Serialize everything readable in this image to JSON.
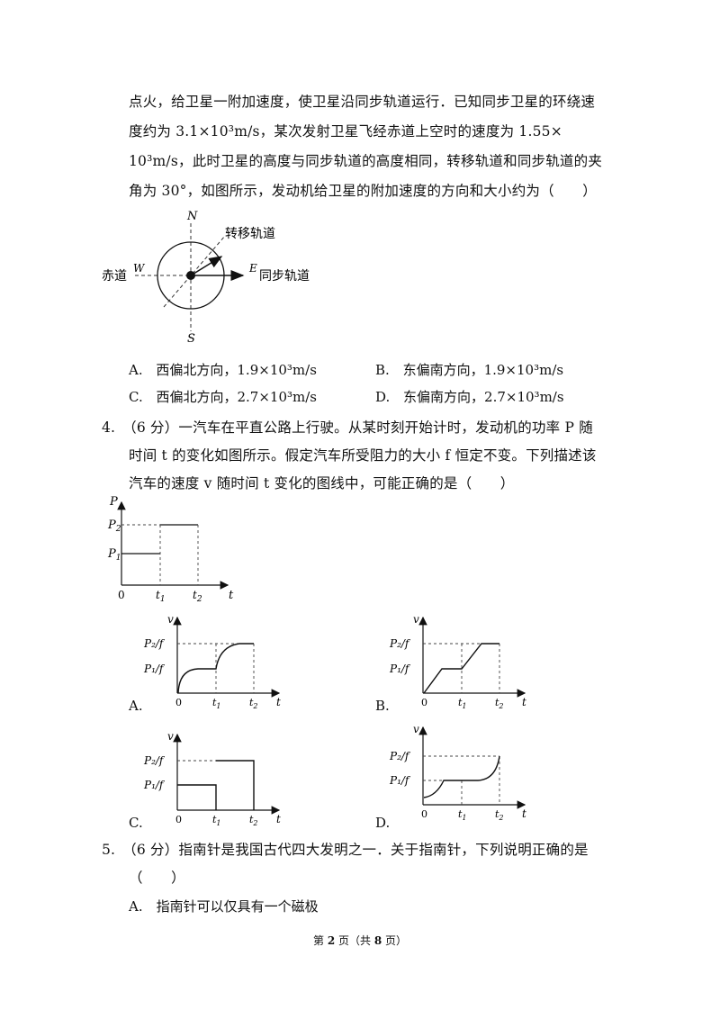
{
  "q3": {
    "lines": [
      "点火，给卫星一附加速度，使卫星沿同步轨道运行．已知同步卫星的环绕速",
      "度约为 3.1×10³m/s，某次发射卫星飞经赤道上空时的速度为 1.55×",
      "10³m/s，此时卫星的高度与同步轨道的高度相同，转移轨道和同步轨道的夹",
      "角为 30°，如图所示，发动机给卫星的附加速度的方向和大小约为（　　）"
    ],
    "figure": {
      "north": "N",
      "south": "S",
      "west": "W",
      "east": "E",
      "transfer_label": "转移轨道",
      "equator_label": "赤道",
      "sync_label": "同步轨道"
    },
    "options": [
      {
        "label": "A.",
        "text": "西偏北方向，1.9×10³m/s"
      },
      {
        "label": "B.",
        "text": "东偏南方向，1.9×10³m/s"
      },
      {
        "label": "C.",
        "text": "西偏北方向，2.7×10³m/s"
      },
      {
        "label": "D.",
        "text": "东偏南方向，2.7×10³m/s"
      }
    ]
  },
  "q4": {
    "lines": [
      "4.　（6 分）一汽车在平直公路上行驶。从某时刻开始计时，发动机的功率 P 随",
      "时间 t 的变化如图所示。假定汽车所受阻力的大小 f 恒定不变。下列描述该",
      "汽车的速度 v 随时间 t 变化的图线中，可能正确的是（　　）"
    ],
    "power_graph": {
      "ylabel": "P",
      "xlabel": "t",
      "origin": "0",
      "p1": "P",
      "p1_sub": "1",
      "p2": "P",
      "p2_sub": "2",
      "t1": "t",
      "t1_sub": "1",
      "t2": "t",
      "t2_sub": "2"
    },
    "velocity_graphs": {
      "ylabel": "v",
      "xlabel": "t",
      "origin": "0",
      "upper": "P₂/f",
      "lower": "P₁/f",
      "t1": "t",
      "t1_sub": "1",
      "t2": "t",
      "t2_sub": "2",
      "options": [
        "A.",
        "B.",
        "C.",
        "D."
      ]
    }
  },
  "q5": {
    "lines": [
      "5.　（6 分）指南针是我国古代四大发明之一．关于指南针，下列说明正确的是",
      "（　　）"
    ],
    "option_a": "A.　指南针可以仅具有一个磁极"
  },
  "footer": {
    "prefix": "第 ",
    "page": "2",
    "middle": " 页（共 ",
    "total": "8",
    "suffix": " 页）"
  }
}
